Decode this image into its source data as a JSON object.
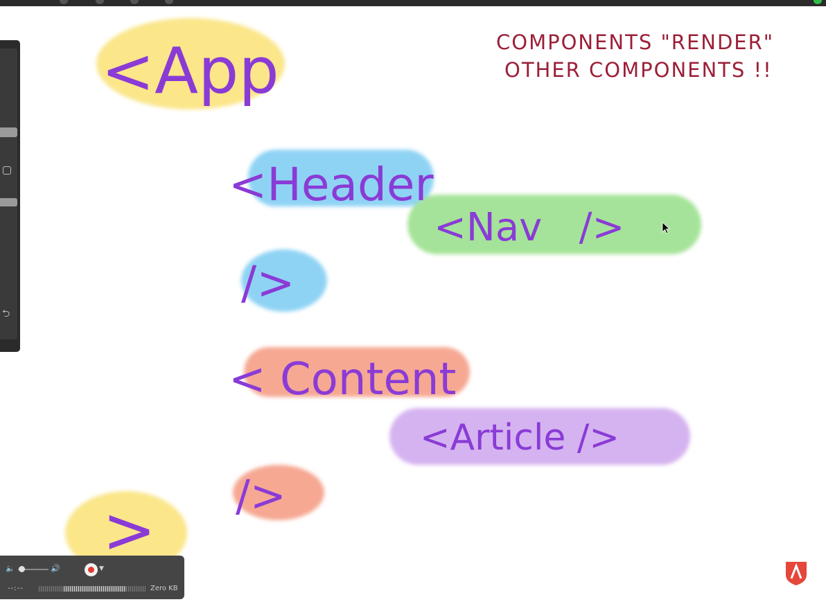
{
  "board": {
    "note_line1": "COMPONENTS \"RENDER\"",
    "note_line2": "OTHER COMPONENTS !!",
    "app_open": "<App",
    "app_close": ">",
    "header_open": "<Header",
    "header_close": "/>",
    "nav_tag": "<Nav   />",
    "content_open": "< Content",
    "content_close": "/>",
    "article_tag": "<Article />"
  },
  "highlight_colors": {
    "app": "#fbe68a",
    "header": "#8fd3f4",
    "nav": "#a6e39a",
    "content": "#f6a893",
    "article": "#d5b3f0",
    "ink": "#8a3bd6",
    "note_ink": "#9b1f38"
  },
  "recorder": {
    "time": "--:--",
    "size": "Zero KB",
    "volume_low_icon": "speaker-low-icon",
    "volume_high_icon": "speaker-high-icon",
    "record_icon": "record-icon"
  },
  "logo": {
    "icon": "lambda-shield-icon"
  },
  "tool_panel": {
    "undo_icon": "undo-icon"
  }
}
